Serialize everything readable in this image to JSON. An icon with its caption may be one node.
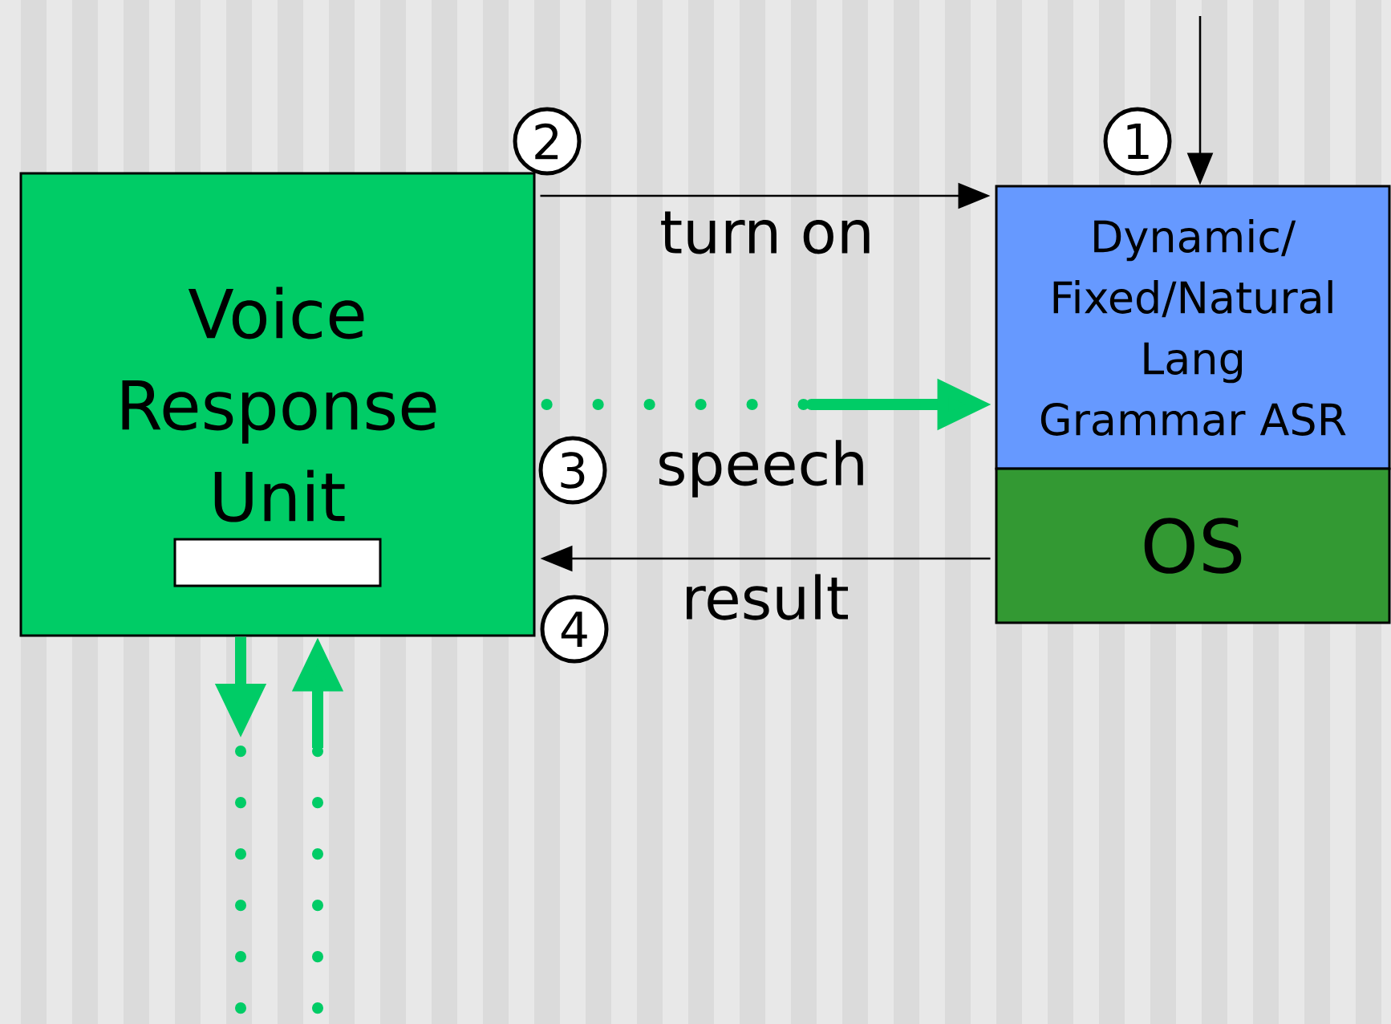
{
  "diagram": {
    "nodes": [
      {
        "text": [
          "Voice Response Unit"
        ]
      },
      {
        "text": [],
        "shape": "box",
        "in": 0
      },
      {
        "text": [
          "Dynamic/ Fixed/Natural Lang Grammar ASR"
        ]
      },
      {
        "text": [
          "OS"
        ]
      }
    ],
    "edges": [
      {
        "from": null,
        "to": 2,
        "arrow": "to"
      },
      {
        "from": 0,
        "to": 2,
        "arrow": "to",
        "label": "turn on"
      },
      {
        "from": 0,
        "to": 2,
        "arrow": "to",
        "label": "speech",
        "style": "dashed",
        "color": "#00cc66"
      },
      {
        "from": 3,
        "to": 0,
        "arrow": "to",
        "label": "result"
      },
      {
        "from": 0,
        "to": null,
        "arrow": "to",
        "style": "thick",
        "color": "#00cc66"
      },
      {
        "from": null,
        "to": 0,
        "arrow": "to",
        "style": "thick",
        "color": "#00cc66"
      }
    ],
    "labels": [
      "1",
      "2",
      "3",
      "4"
    ]
  }
}
